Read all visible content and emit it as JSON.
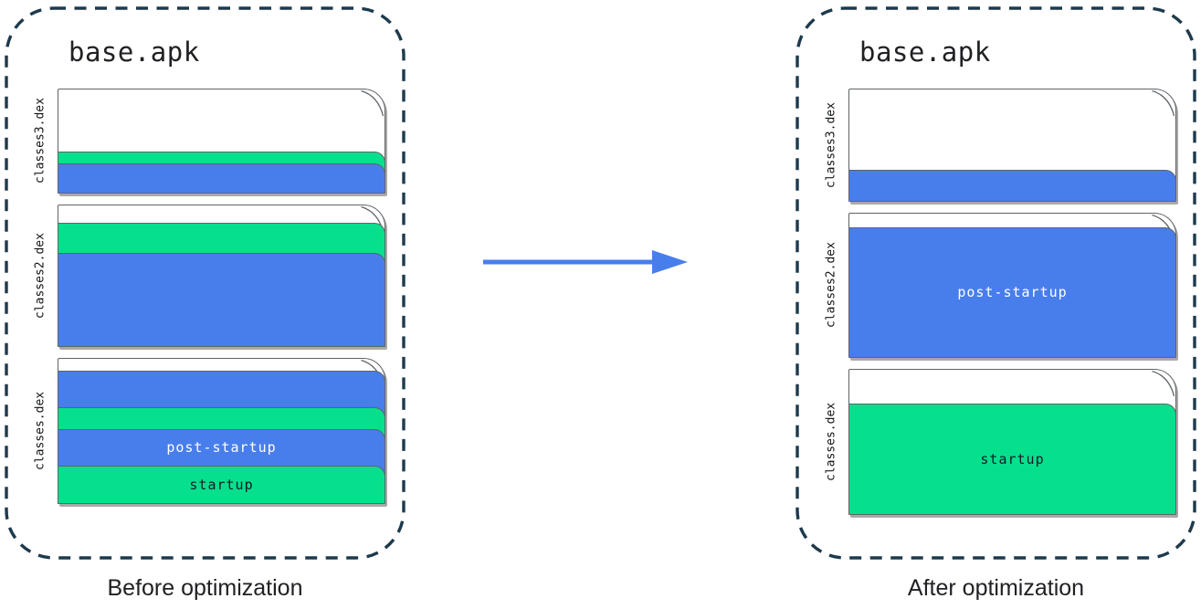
{
  "colors": {
    "blue": "#487eec",
    "green": "#06e08d",
    "white": "#ffffff",
    "outline": "#5f6368",
    "shadow": "#a9a9a9",
    "panel_border": "#1d3a4c",
    "arrow": "#487eec",
    "text": "#202124",
    "band_label_light": "#ffffff",
    "band_label_dark": "#0e1b26"
  },
  "arrow": {
    "meaning": "optimization-transform",
    "direction": "right"
  },
  "panels": [
    {
      "title": "base.apk",
      "caption": "Before optimization",
      "files": [
        {
          "name": "classes3.dex",
          "height": 115,
          "layers": [
            {
              "type": "file",
              "fill": "white",
              "pct": 100
            },
            {
              "type": "band",
              "fill": "green",
              "pct": 40
            },
            {
              "type": "band",
              "fill": "blue",
              "pct": 29
            }
          ]
        },
        {
          "name": "classes2.dex",
          "height": 156,
          "layers": [
            {
              "type": "file",
              "fill": "white",
              "pct": 100
            },
            {
              "type": "band",
              "fill": "green",
              "pct": 87
            },
            {
              "type": "band",
              "fill": "blue",
              "pct": 66
            }
          ]
        },
        {
          "name": "classes.dex",
          "height": 160,
          "layers": [
            {
              "type": "file",
              "fill": "white",
              "pct": 100
            },
            {
              "type": "band",
              "fill": "blue",
              "pct": 91
            },
            {
              "type": "band",
              "fill": "green",
              "pct": 66
            },
            {
              "type": "band",
              "fill": "blue",
              "pct": 51,
              "label": "post-startup"
            },
            {
              "type": "band",
              "fill": "green",
              "pct": 26,
              "label": "startup"
            }
          ]
        }
      ]
    },
    {
      "title": "base.apk",
      "caption": "After optimization",
      "files": [
        {
          "name": "classes3.dex",
          "height": 124,
          "layers": [
            {
              "type": "file",
              "fill": "white",
              "pct": 100
            },
            {
              "type": "band",
              "fill": "blue",
              "pct": 28
            }
          ]
        },
        {
          "name": "classes2.dex",
          "height": 159,
          "layers": [
            {
              "type": "file",
              "fill": "white",
              "pct": 100
            },
            {
              "type": "band",
              "fill": "blue",
              "pct": 90,
              "label": "post-startup"
            }
          ]
        },
        {
          "name": "classes.dex",
          "height": 160,
          "layers": [
            {
              "type": "file",
              "fill": "white",
              "pct": 100
            },
            {
              "type": "band",
              "fill": "green",
              "pct": 76,
              "label": "startup"
            }
          ]
        }
      ]
    }
  ]
}
